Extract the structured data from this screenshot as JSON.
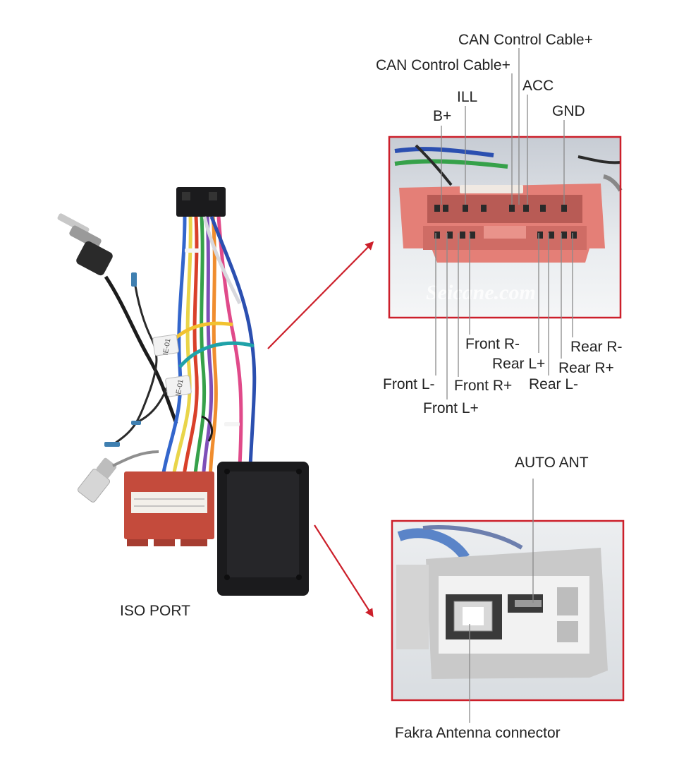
{
  "top_connector": {
    "pins_top": [
      "CAN Control Cable+",
      "CAN Control Cable+",
      "ILL",
      "B+",
      "ACC",
      "GND"
    ],
    "pins_bottom": [
      "Front R-",
      "Rear L+",
      "Rear R-",
      "Rear R+",
      "Front L-",
      "Front R+",
      "Rear L-",
      "Front L+"
    ],
    "watermark": "Seicane.com"
  },
  "antenna_connector": {
    "pin_label": "AUTO ANT",
    "caption": "Fakra Antenna connector"
  },
  "harness": {
    "caption": "ISO PORT",
    "tag_1": "IE-01",
    "tag_2": "IE-01"
  },
  "colors": {
    "frame": "#cc1f2a",
    "connector_body": "#e47f77",
    "connector_shadow": "#b85b55",
    "plug_grey": "#c9c9c9",
    "box_black": "#1b1b1d",
    "iso_red": "#c44b3c"
  }
}
